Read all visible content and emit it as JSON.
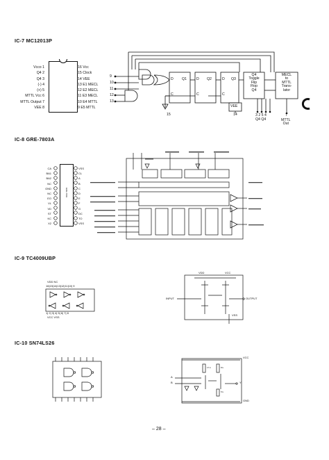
{
  "ic7": {
    "title": "IC-7  MC12013P",
    "left_pins": [
      "Vcco 1",
      "Q4 2",
      "Q4 3",
      "(-) 4",
      "(+) 5",
      "MTTL Vcc 6",
      "MTTL Output 7",
      "VEE 8"
    ],
    "right_pins": [
      "16 Vcc",
      "15 Clock",
      "14 VEE",
      "13 E1 MECL",
      "12 E2 MECL",
      "11 E3 MECL",
      "10 E4 MTTL",
      "9 E5 MTTL"
    ],
    "inputs": [
      "9",
      "10",
      "11",
      "12",
      "13"
    ],
    "q1": "Q1",
    "q2": "Q2",
    "q3": "Q3",
    "q4": "Q4",
    "q4b": "Q4",
    "d": "D",
    "c": "C",
    "toggle": [
      "Toggle",
      "Flip",
      "Flop"
    ],
    "mecl": [
      "MECL",
      "to",
      "MTTL",
      "Trans-",
      "lator"
    ],
    "vee": "VEE",
    "p15": "15",
    "p14": "14",
    "bottom_pins": "3 2 5 4",
    "q4q4": "Q4 Q4",
    "p7": "7",
    "mttl_out": [
      "MTTL",
      "Out"
    ]
  },
  "ic8": {
    "title": "IC-8  GRE-7803A",
    "left_pins": [
      "CA",
      "BA1",
      "BA2",
      "NC",
      "GND",
      "NC",
      "EO",
      "VL",
      "VD",
      "ST",
      "KC",
      "X2"
    ],
    "right_pins": [
      "VSS",
      "CL",
      "A",
      "B",
      "C",
      "D",
      "E",
      "F",
      "G",
      "DC",
      "TO",
      "VSS"
    ],
    "chip_label": "GRE-7803"
  },
  "ic9": {
    "title": "IC-9  TC4009UBP",
    "top_labels": "VDD        NC",
    "top_pins": "16|15|14|13|12|11|10| 9",
    "bottom_pins": "1|  2|  3|  4|  5|  6|  7|  8",
    "bottom_labels": "VCC                           VSS",
    "vdd": "VDD",
    "vcc": "VCC",
    "vss": "VSS",
    "input": "INPUT",
    "output": "OUTPUT"
  },
  "ic10": {
    "title": "IC-10  SN74LS26",
    "vcc": "VCC",
    "a": "A",
    "b": "B",
    "y": "Y",
    "r1": "17 k",
    "r2": "8 k",
    "r3": "5 k",
    "gnd": "GND"
  },
  "page_number": "– 28 –"
}
